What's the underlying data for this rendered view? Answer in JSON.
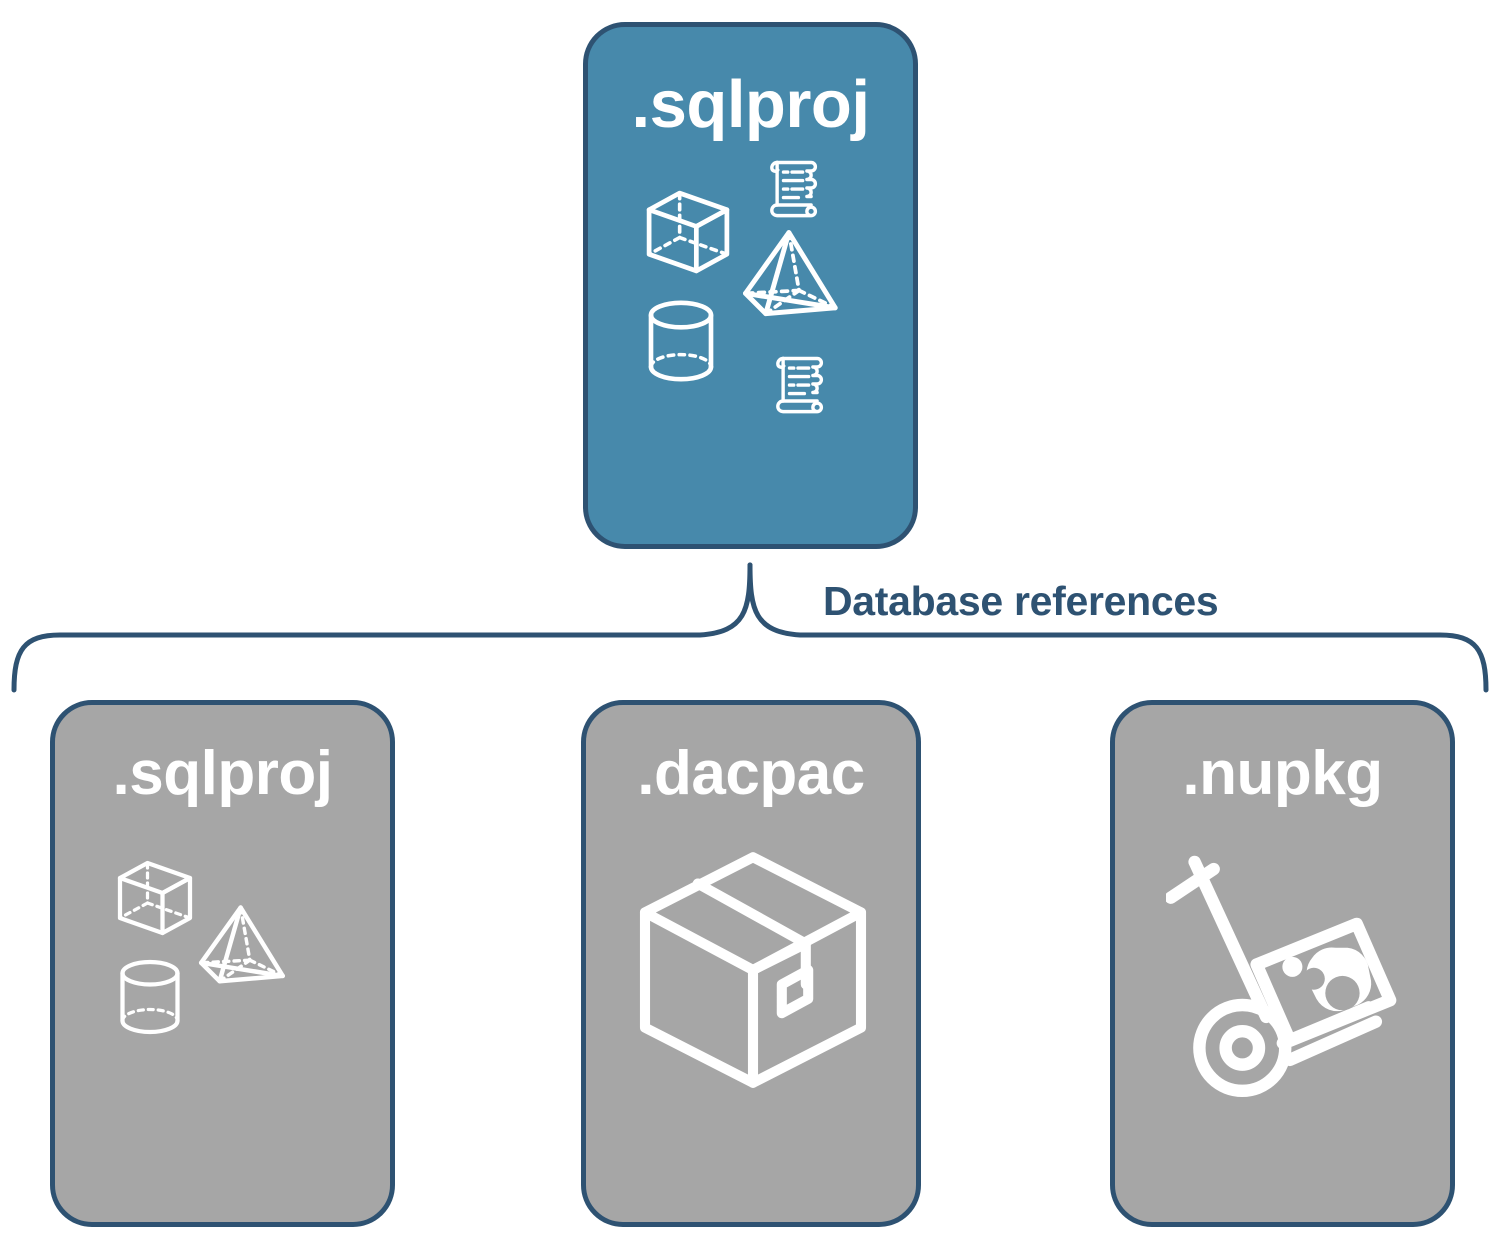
{
  "diagram": {
    "title_text": "Database references",
    "colors": {
      "accent_blue": "#4789AB",
      "border_navy": "#2E5272",
      "card_gray": "#A6A6A6",
      "icon_white": "#FFFFFF",
      "background": "#FFFFFF"
    },
    "root_node": {
      "label": ".sqlproj",
      "fill": "#4789AB",
      "icons": [
        "cube-wireframe-icon",
        "pyramid-wireframe-icon",
        "cylinder-wireframe-icon",
        "scroll-script-icon",
        "scroll-script-icon"
      ]
    },
    "connector": {
      "label": "Database references",
      "style": "curly-brace",
      "from": ".sqlproj",
      "to": [
        ".sqlproj",
        ".dacpac",
        ".nupkg"
      ]
    },
    "children": [
      {
        "label": ".sqlproj",
        "fill": "#A6A6A6",
        "icons": [
          "cube-wireframe-icon",
          "pyramid-wireframe-icon",
          "cylinder-wireframe-icon"
        ]
      },
      {
        "label": ".dacpac",
        "fill": "#A6A6A6",
        "icons": [
          "package-box-icon"
        ]
      },
      {
        "label": ".nupkg",
        "fill": "#A6A6A6",
        "icons": [
          "hand-truck-nuget-icon"
        ]
      }
    ]
  }
}
